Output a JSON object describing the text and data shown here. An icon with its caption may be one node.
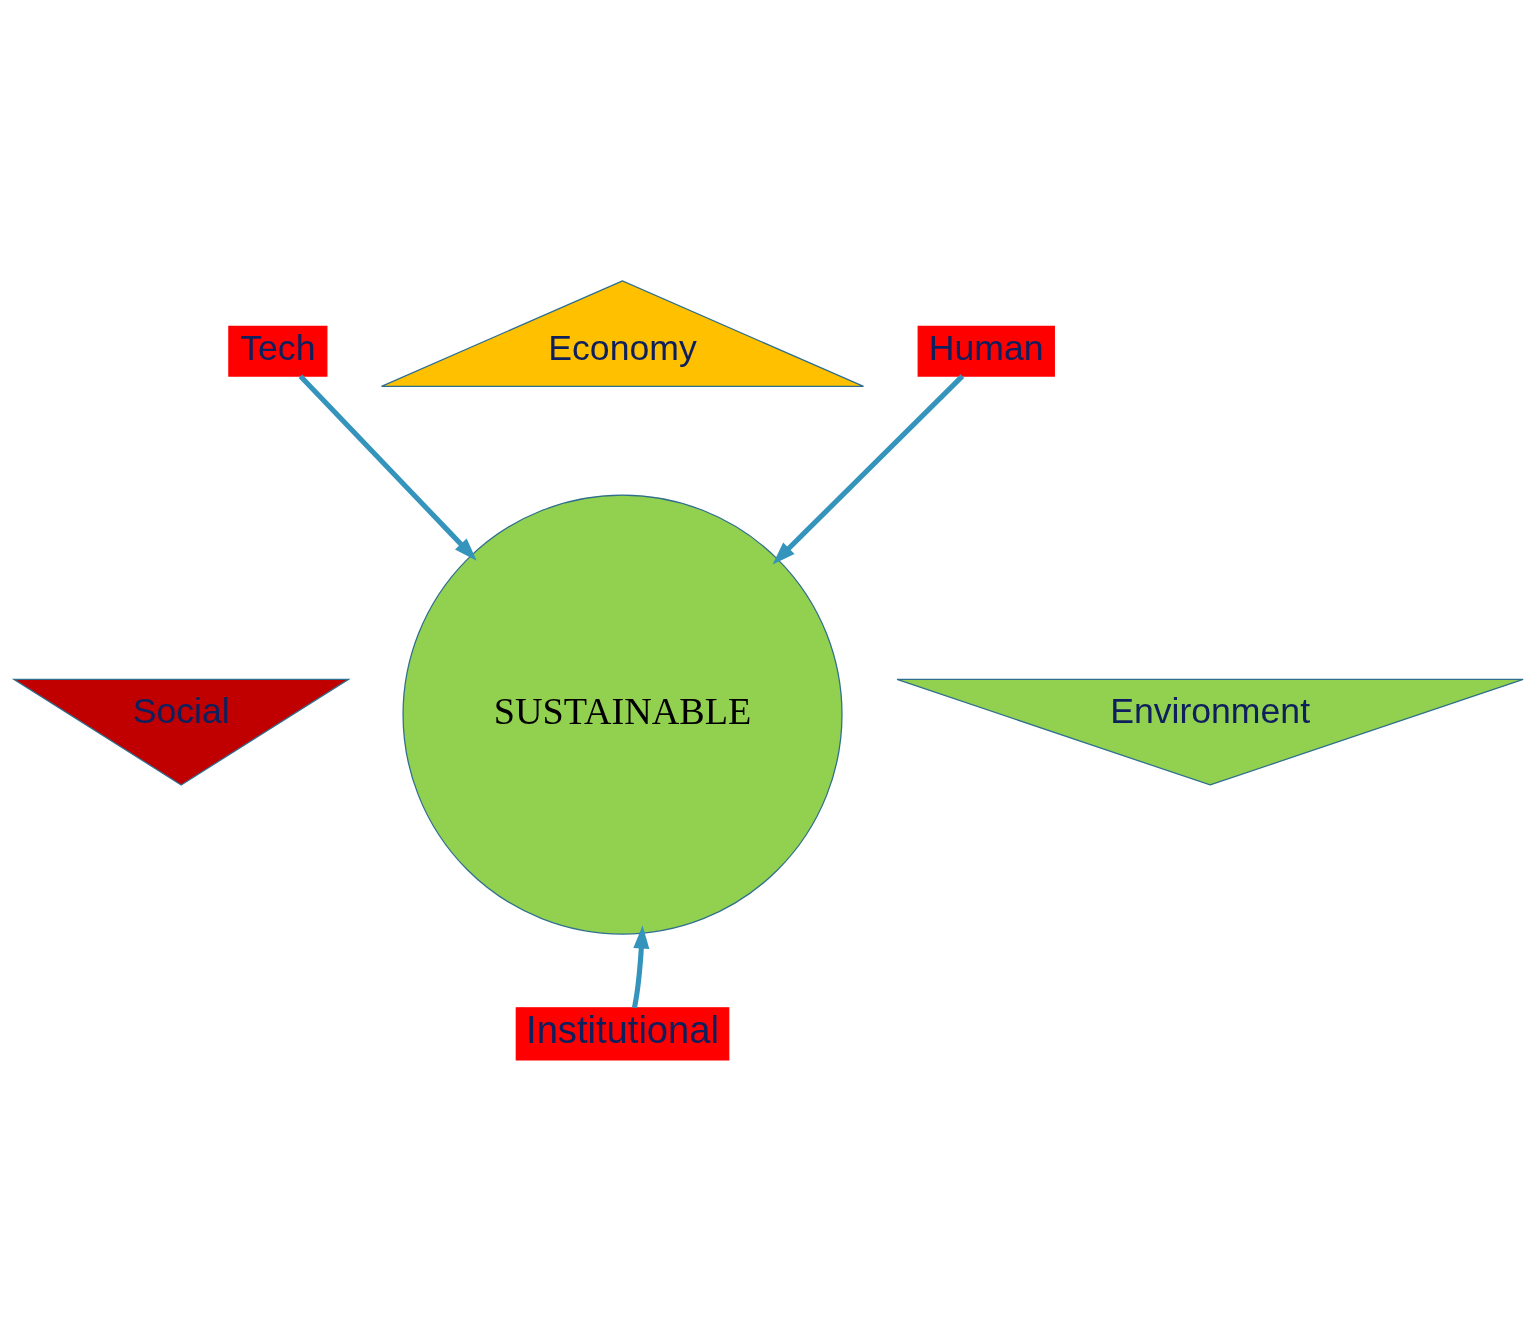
{
  "diagram": {
    "nodes": [
      {
        "text": [
          "Economy"
        ]
      },
      {
        "text": [
          "Social"
        ]
      },
      {
        "text": [
          "Environment"
        ]
      },
      {
        "text": [
          "SUSTAINABLE"
        ]
      },
      {
        "text": [
          "Tech"
        ]
      },
      {
        "text": [
          "Human"
        ]
      },
      {
        "text": [
          "Institutional"
        ]
      }
    ],
    "edges": [
      {
        "from": 4,
        "to": 3,
        "arrow": "to"
      },
      {
        "from": 5,
        "to": 3,
        "arrow": "to"
      },
      {
        "from": 6,
        "to": 3,
        "arrow": "to"
      }
    ]
  }
}
